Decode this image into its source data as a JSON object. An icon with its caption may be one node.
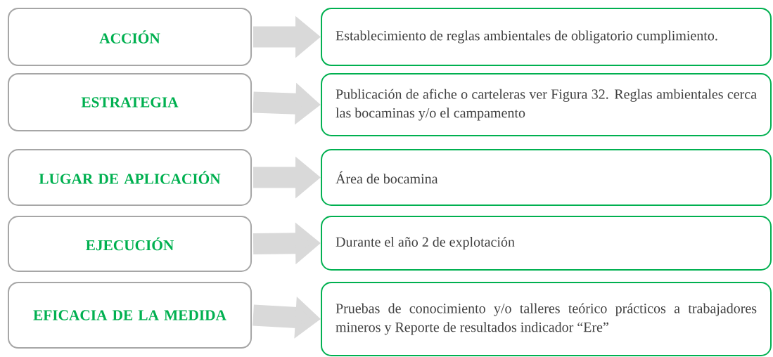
{
  "diagram": {
    "nodes": [
      {
        "text": [
          "ACCIÓN"
        ]
      },
      {
        "text": [
          "ESTRATEGIA"
        ]
      },
      {
        "text": [
          "LUGAR DE APLICACIÓN"
        ]
      },
      {
        "text": [
          "EJECUCIÓN"
        ]
      },
      {
        "text": [
          "EFICACIA DE LA MEDIDA"
        ]
      },
      {
        "text": [
          "Establecimiento de reglas ambientales de obligatorio cumplimiento."
        ]
      },
      {
        "text": [
          "Publicación de afiche o carteleras ver Figura 32. Reglas ambientales cerca las bocaminas y/o el campamento"
        ]
      },
      {
        "text": [
          "Área de bocamina"
        ]
      },
      {
        "text": [
          "Durante el año 2 de explotación"
        ]
      },
      {
        "text": [
          "Pruebas de conocimiento y/o talleres teórico prácticos a trabajadores mineros y Reporte de resultados indicador “Ere”"
        ]
      }
    ],
    "edges": [
      {
        "from": 0,
        "to": 5,
        "arrow": "to"
      },
      {
        "from": 1,
        "to": 6,
        "arrow": "to"
      },
      {
        "from": 2,
        "to": 7,
        "arrow": "to"
      },
      {
        "from": 3,
        "to": 8,
        "arrow": "to"
      },
      {
        "from": 4,
        "to": 9,
        "arrow": "to"
      }
    ]
  }
}
